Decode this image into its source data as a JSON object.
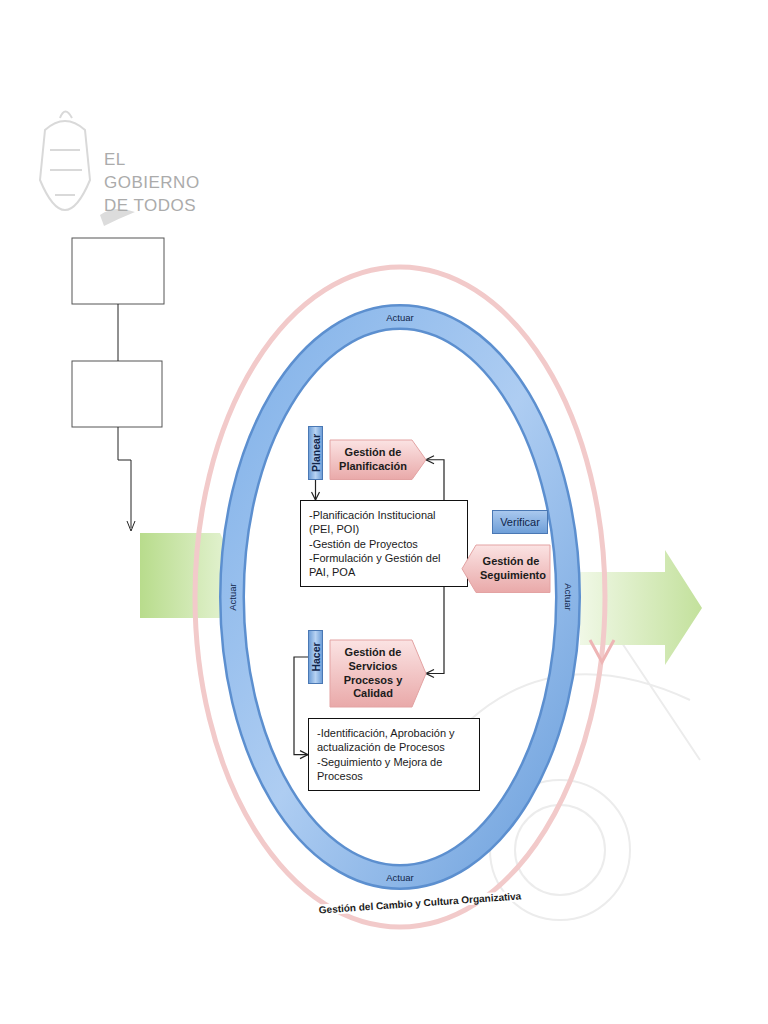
{
  "diagram": {
    "nodes": [
      {
        "text": [
          "Planear"
        ]
      },
      {
        "text": [
          "Gestión de Planificación"
        ]
      },
      {
        "text": [
          "-Planificación Institucional (PEI, POI)",
          "-Gestión de Proyectos",
          "-Formulación y Gestión del PAI, POA"
        ]
      },
      {
        "text": [
          "Verificar"
        ]
      },
      {
        "text": [
          "Gestión de Seguimiento"
        ]
      },
      {
        "text": [
          "Hacer"
        ]
      },
      {
        "text": [
          "Gestión de Servicios Procesos y Calidad"
        ]
      },
      {
        "text": [
          "-Identificación, Aprobación y actualización de Procesos",
          "-Seguimiento y Mejora de Procesos"
        ]
      }
    ],
    "edges": [
      {
        "from": 0,
        "to": 2,
        "arrow": "to"
      },
      {
        "from": 4,
        "to": 1,
        "arrow": "to"
      },
      {
        "from": 4,
        "to": 6,
        "arrow": "to"
      },
      {
        "from": 5,
        "to": 7,
        "arrow": "to"
      }
    ],
    "labels": [
      "EL",
      "GOBIERNO",
      "DE TODOS",
      "Actuar",
      "Actuar",
      "Actuar",
      "Actuar",
      "Gestión del Cambio y Cultura Organizativa"
    ]
  }
}
